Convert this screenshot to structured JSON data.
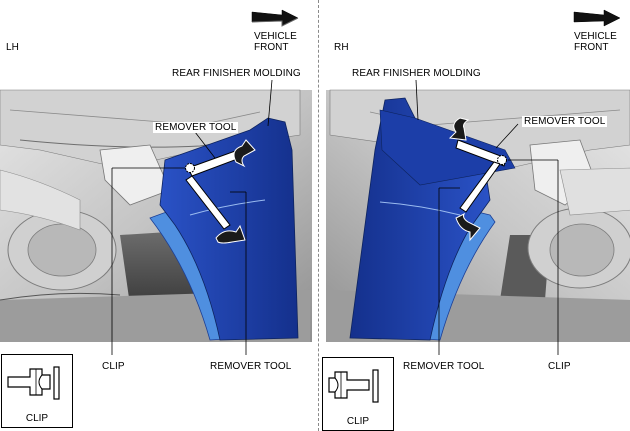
{
  "panels": {
    "left": {
      "side": "LH",
      "vehicle_front": [
        "VEHICLE",
        "FRONT"
      ],
      "molding_label": "REAR FINISHER MOLDING",
      "tool_top_label": "REMOVER TOOL",
      "clip_label": "CLIP",
      "tool_bottom_label": "REMOVER TOOL",
      "inset_label": "CLIP"
    },
    "right": {
      "side": "RH",
      "vehicle_front": [
        "VEHICLE",
        "FRONT"
      ],
      "molding_label": "REAR FINISHER MOLDING",
      "tool_top_label": "REMOVER TOOL",
      "clip_label": "CLIP",
      "tool_bottom_label": "REMOVER TOOL",
      "inset_label": "CLIP"
    }
  },
  "colors": {
    "molding_dark": "#1f45b5",
    "molding_light": "#4f8fe0",
    "body_grey": "#b9b9b9",
    "background": "#ffffff"
  }
}
